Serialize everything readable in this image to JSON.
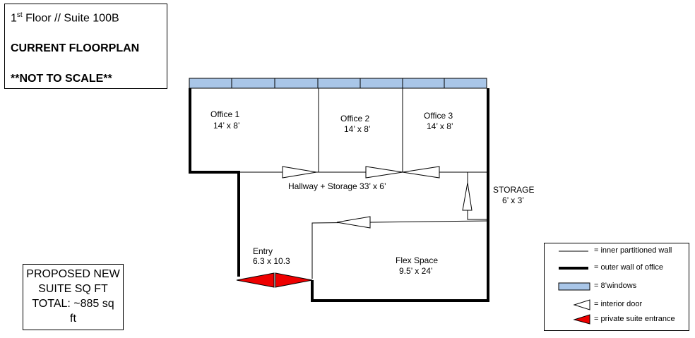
{
  "title": {
    "floor_prefix": "1",
    "floor_sup": "st",
    "floor_suffix": " Floor // Suite 100B",
    "subtitle": "CURRENT  FLOORPLAN",
    "note": "**NOT TO SCALE**"
  },
  "rooms": {
    "office1": {
      "name": "Office 1",
      "dims": "14’ x 8’"
    },
    "office2": {
      "name": "Office 2",
      "dims": "14’ x 8’"
    },
    "office3": {
      "name": "Office 3",
      "dims": "14’ x 8’"
    },
    "hallway": {
      "label": "Hallway + Storage  33’ x 6’"
    },
    "storage": {
      "name": "STORAGE",
      "dims": "6’ x 3’"
    },
    "entry": {
      "name": "Entry",
      "dims": "6.3 x 10.3"
    },
    "flex": {
      "name": "Flex Space",
      "dims": "9.5’ x 24’"
    }
  },
  "proposed": {
    "line1": "PROPOSED NEW",
    "line2": "SUITE SQ FT",
    "line3": "TOTAL: ~885 sq",
    "line4": "ft"
  },
  "legend": {
    "inner_wall": "= inner partitioned wall",
    "outer_wall": "= outer wall of office",
    "windows": "= 8’windows",
    "interior_door": "= interior door",
    "private_entrance": "= private suite entrance"
  },
  "colors": {
    "window_fill": "#a9c6e8",
    "entrance_fill": "#ee0000",
    "wall": "#000000"
  }
}
